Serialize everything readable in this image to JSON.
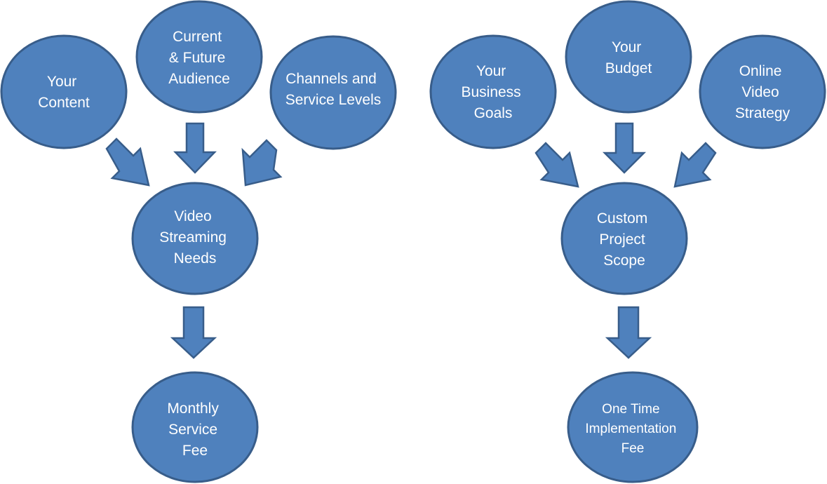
{
  "flows": [
    {
      "id": "streaming",
      "inputs": [
        {
          "id": "your-content",
          "lines": [
            "Your",
            "Content"
          ]
        },
        {
          "id": "current-future-audience",
          "lines": [
            "Current",
            "& Future",
            "Audience"
          ]
        },
        {
          "id": "channels-service-levels",
          "lines": [
            "Channels and",
            "Service Levels"
          ]
        }
      ],
      "hub": {
        "id": "video-streaming-needs",
        "lines": [
          "Video",
          "Streaming",
          "Needs"
        ]
      },
      "outcome": {
        "id": "monthly-service-fee",
        "lines": [
          "Monthly",
          "Service",
          "Fee"
        ]
      }
    },
    {
      "id": "project",
      "inputs": [
        {
          "id": "your-business-goals",
          "lines": [
            "Your",
            "Business",
            "Goals"
          ]
        },
        {
          "id": "your-budget",
          "lines": [
            "Your",
            "Budget"
          ]
        },
        {
          "id": "online-video-strategy",
          "lines": [
            "Online",
            "Video",
            "Strategy"
          ]
        }
      ],
      "hub": {
        "id": "custom-project-scope",
        "lines": [
          "Custom",
          "Project",
          "Scope"
        ]
      },
      "outcome": {
        "id": "one-time-implementation-fee",
        "lines": [
          "One Time",
          "Implementation",
          "Fee"
        ]
      }
    }
  ],
  "colors": {
    "node_fill": "#4f81bd",
    "node_stroke": "#385d8a",
    "text": "#ffffff"
  }
}
